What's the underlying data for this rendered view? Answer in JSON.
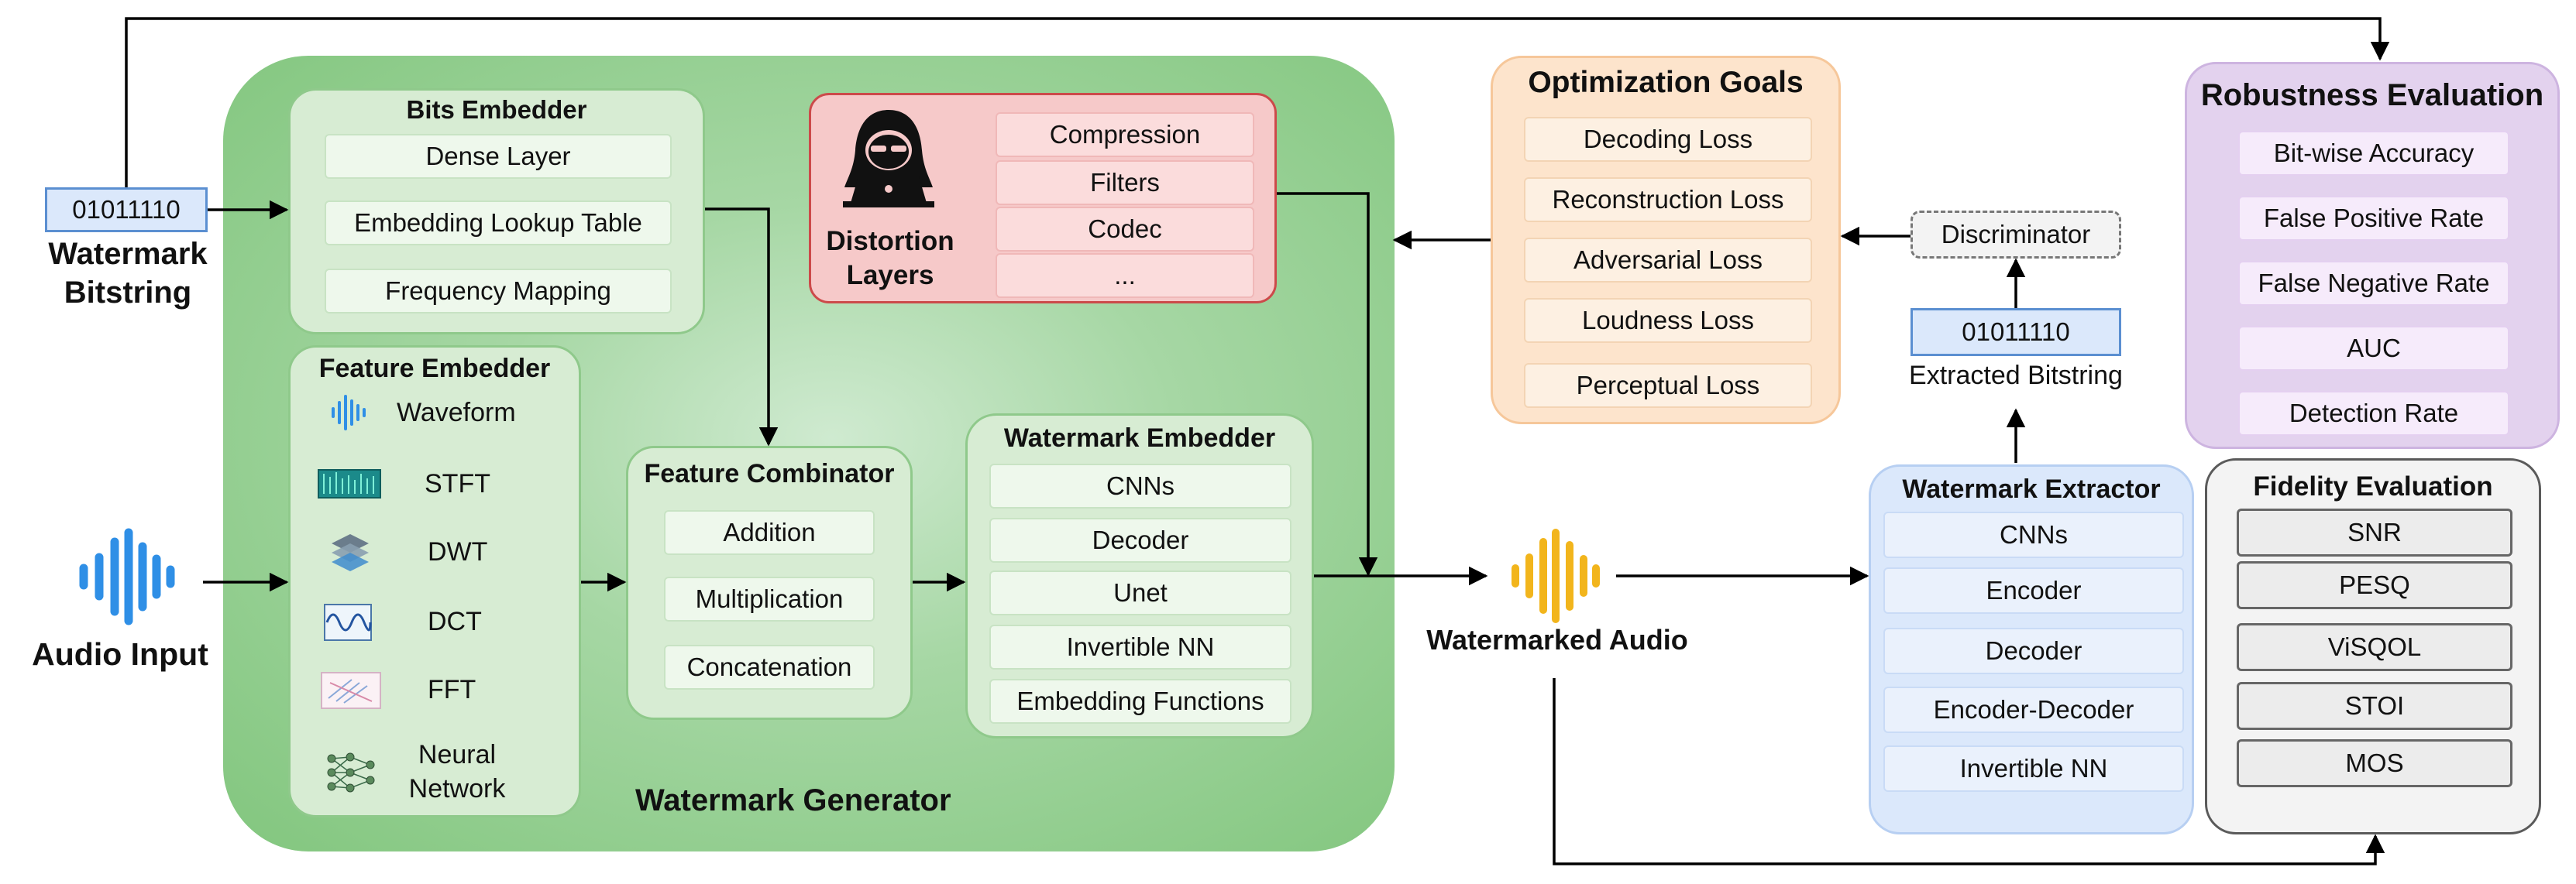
{
  "watermark_input": {
    "bits": "01011110",
    "label_line1": "Watermark",
    "label_line2": "Bitstring"
  },
  "audio_input": {
    "label": "Audio Input"
  },
  "generator": {
    "title": "Watermark Generator"
  },
  "bits_embedder": {
    "title": "Bits Embedder",
    "items": [
      "Dense Layer",
      "Embedding Lookup Table",
      "Frequency Mapping"
    ]
  },
  "feature_embedder": {
    "title": "Feature Embedder",
    "items": [
      "Waveform",
      "STFT",
      "DWT",
      "DCT",
      "FFT",
      "Neural",
      "Network"
    ]
  },
  "feature_combinator": {
    "title": "Feature Combinator",
    "items": [
      "Addition",
      "Multiplication",
      "Concatenation"
    ]
  },
  "watermark_embedder": {
    "title": "Watermark Embedder",
    "items": [
      "CNNs",
      "Decoder",
      "Unet",
      "Invertible NN",
      "Embedding Functions"
    ]
  },
  "distortion": {
    "label_line1": "Distortion",
    "label_line2": "Layers",
    "items": [
      "Compression",
      "Filters",
      "Codec",
      "..."
    ]
  },
  "optimization": {
    "title": "Optimization Goals",
    "items": [
      "Decoding Loss",
      "Reconstruction Loss",
      "Adversarial Loss",
      "Loudness Loss",
      "Perceptual Loss"
    ]
  },
  "discriminator": {
    "label": "Discriminator"
  },
  "extracted": {
    "bits": "01011110",
    "label": "Extracted Bitstring"
  },
  "watermarked_audio": {
    "label": "Watermarked Audio"
  },
  "extractor": {
    "title": "Watermark Extractor",
    "items": [
      "CNNs",
      "Encoder",
      "Decoder",
      "Encoder-Decoder",
      "Invertible NN"
    ]
  },
  "robustness": {
    "title": "Robustness Evaluation",
    "items": [
      "Bit-wise Accuracy",
      "False Positive Rate",
      "False Negative Rate",
      "AUC",
      "Detection Rate"
    ]
  },
  "fidelity": {
    "title": "Fidelity Evaluation",
    "items": [
      "SNR",
      "PESQ",
      "ViSQOL",
      "STOI",
      "MOS"
    ]
  },
  "colors": {
    "generator": "#8bcb86",
    "distortion": "#f6c9c9",
    "optimization": "#fde4cc",
    "extractor": "#dbe8fb",
    "robustness": "#e3d2ee",
    "fidelity": "#f3f3f3",
    "audio_blue": "#2f8fe6",
    "audio_gold": "#f2b51c"
  }
}
